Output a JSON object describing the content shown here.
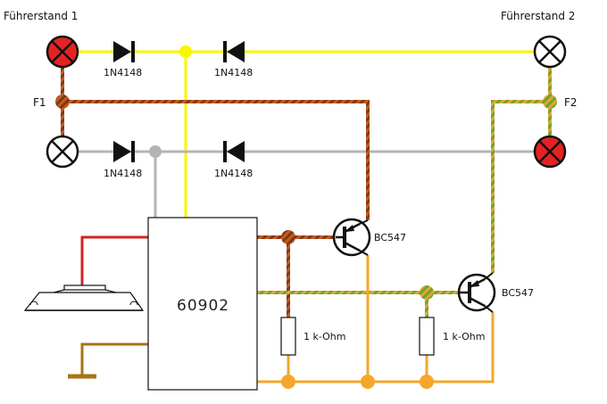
{
  "labels": {
    "station1": "Führerstand 1",
    "station2": "Führerstand 2",
    "f1": "F1",
    "f2": "F2",
    "diode_d1": "1N4148",
    "diode_d2": "1N4148",
    "diode_d3": "1N4148",
    "diode_d4": "1N4148",
    "ic": "60902",
    "transistor_t1": "BC547",
    "transistor_t2": "BC547",
    "resistor_r1": "1 k-Ohm",
    "resistor_r2": "1 k-Ohm"
  },
  "colors": {
    "yellow": "#f7f700",
    "gray": "#b4b4b4",
    "red": "#d22424",
    "brown_stripe_a": "#c85a1e",
    "brown_stripe_b": "#7a3a1a",
    "green_stripe_a": "#6aa82a",
    "green_stripe_b": "#e8a23a",
    "orange": "#f4a72a",
    "ground": "#a87416",
    "lamp_on": "#e52222"
  },
  "icons": [
    "lamp-icon",
    "diode-icon",
    "transistor-icon",
    "resistor-icon",
    "speaker-icon",
    "ground-icon",
    "ic-icon"
  ]
}
